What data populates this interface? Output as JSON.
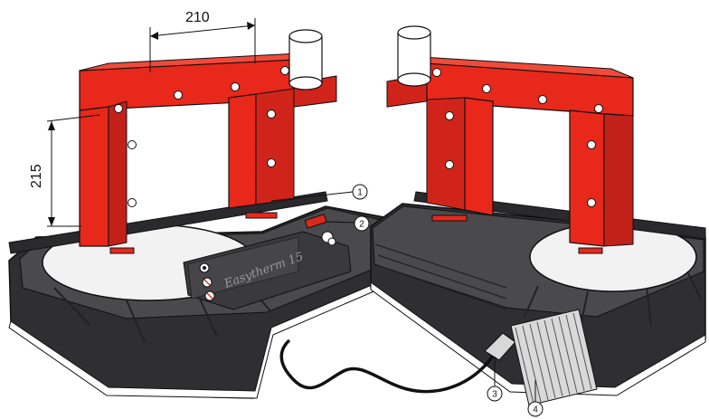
{
  "dimensions": {
    "width_label": "210",
    "height_label": "215"
  },
  "device": {
    "brand": "Easytherm 15"
  },
  "callouts": [
    {
      "number": "1"
    },
    {
      "number": "2"
    },
    {
      "number": "3"
    },
    {
      "number": "4"
    }
  ],
  "colors": {
    "yoke": "#e8281b",
    "body": "#3e3e40",
    "outline": "#111111",
    "plate": "#f2f2f2"
  }
}
